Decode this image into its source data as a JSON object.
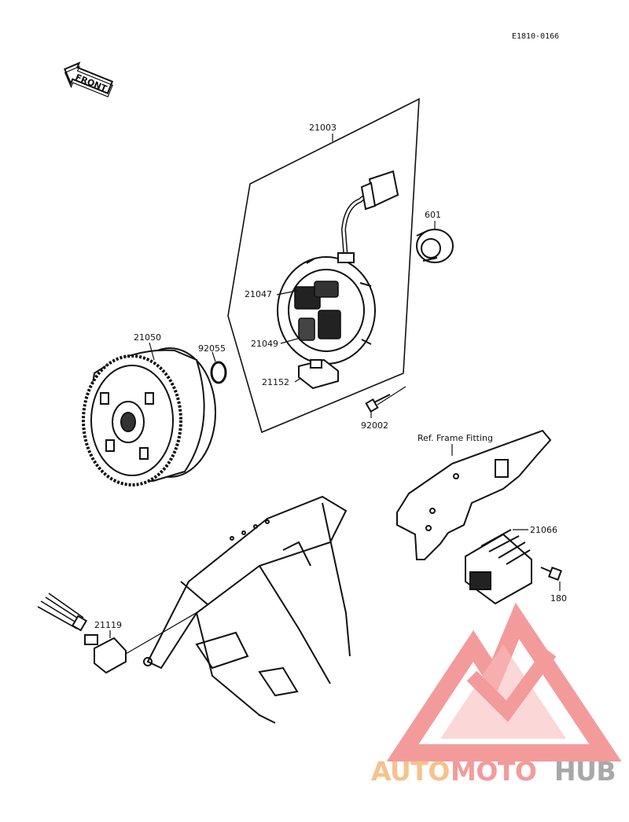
{
  "diagram_code": "E1810-0166",
  "front_label": "FRONT",
  "ref_label": "Ref. Frame Fitting",
  "parts": {
    "p21003": "21003",
    "p601": "601",
    "p21047": "21047",
    "p21049": "21049",
    "p21152": "21152",
    "p92002": "92002",
    "p21050": "21050",
    "p92055": "92055",
    "p21066": "21066",
    "p180": "180",
    "p21119": "21119"
  },
  "watermark": {
    "part1": "AUTO",
    "part2": "MOTO",
    "part3": "HUB",
    "color1": "#f5b87a",
    "color2": "#f28a8a",
    "color3": "#9a9a9a"
  }
}
